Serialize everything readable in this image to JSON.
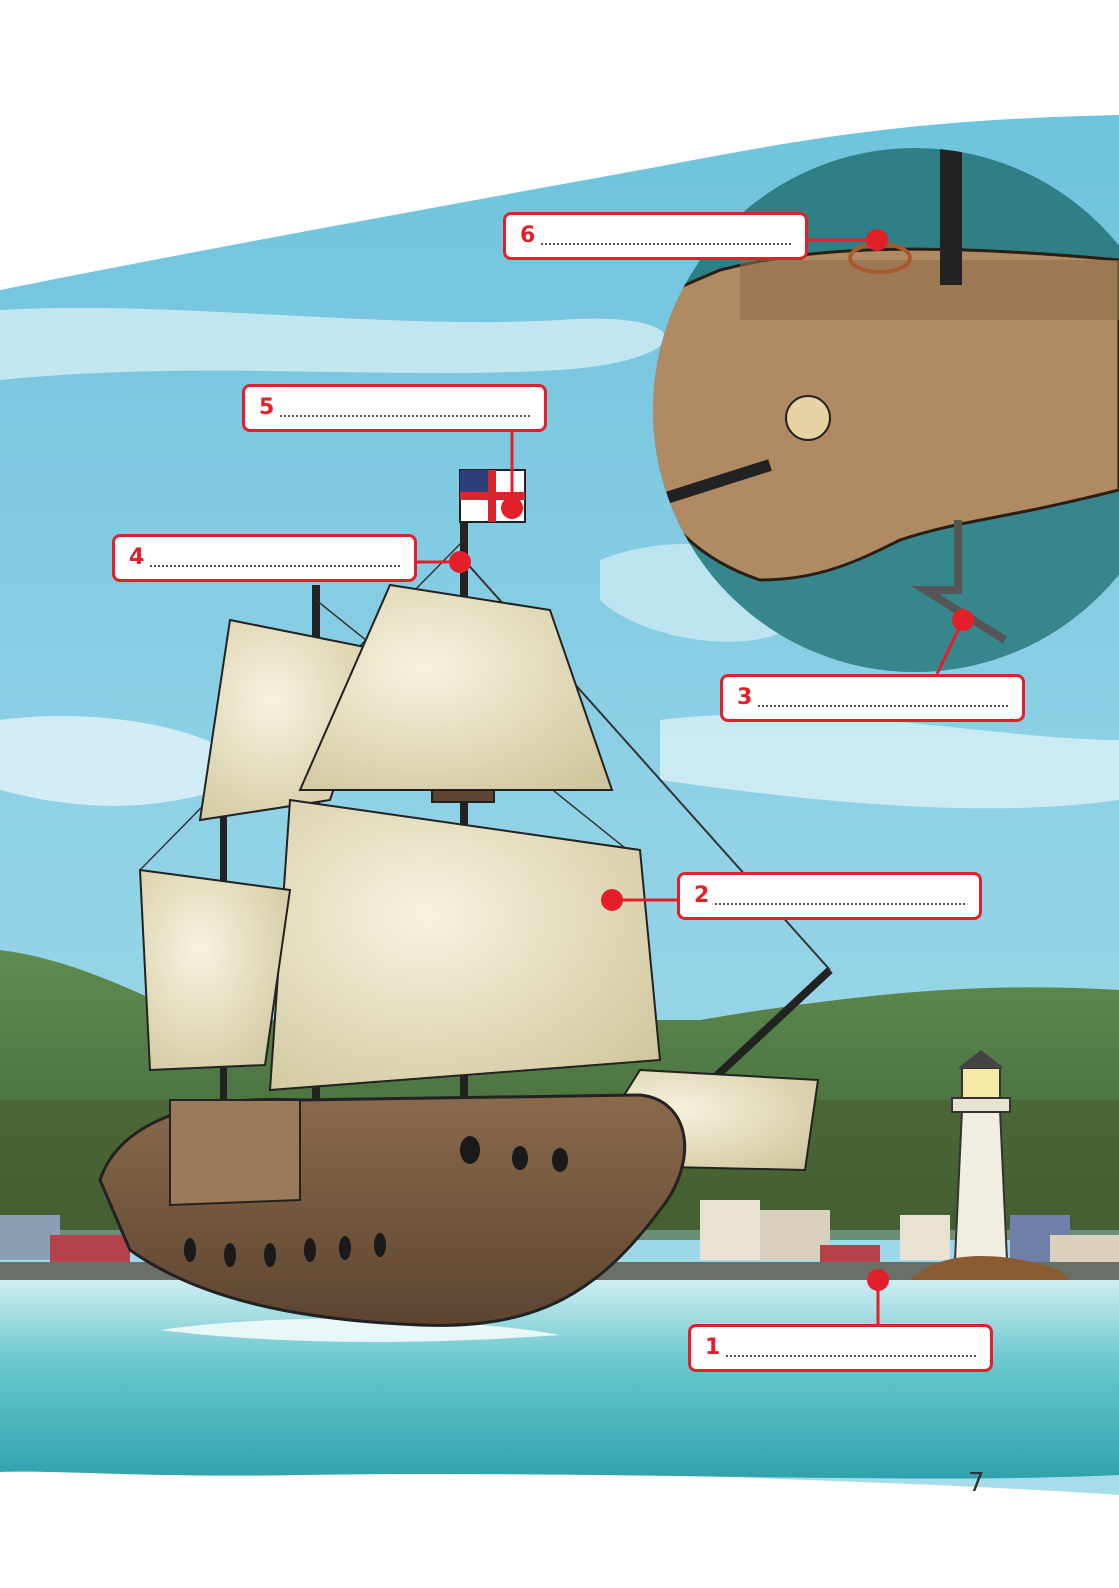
{
  "page_number": "7",
  "labels": [
    {
      "number": "1"
    },
    {
      "number": "2"
    },
    {
      "number": "3"
    },
    {
      "number": "4"
    },
    {
      "number": "5"
    },
    {
      "number": "6"
    }
  ],
  "colors": {
    "label_red": "#e3202a",
    "sky": "#4aa6c9",
    "sea": "#3fb6b8",
    "hull": "#7a5a3f",
    "sail": "#efe9d2",
    "hills": "#4d7a44"
  },
  "illustration": "galleon-ship-with-callout-labels"
}
